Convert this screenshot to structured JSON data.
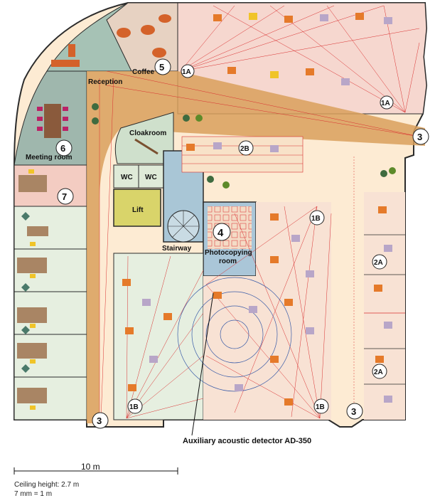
{
  "rooms": {
    "reception": "Reception",
    "cloakroom": "Cloakroom",
    "meeting_room": "Meeting room",
    "lift": "Lift",
    "wc1": "WC",
    "wc2": "WC",
    "stairway": "Stairway",
    "photocopying_line1": "Photocopying",
    "photocopying_line2": "room",
    "coffee": "Coffee"
  },
  "zones": {
    "z1a_top": "1A",
    "z1a_right": "1A",
    "z1b_top": "1B",
    "z1b_left": "1B",
    "z1b_right": "1B",
    "z2a_top": "2A",
    "z2a_bottom": "2A",
    "z2b": "2B",
    "z3_right": "3",
    "z3_left": "3",
    "z3_bottom": "3",
    "z4": "4",
    "z5": "5",
    "z6": "6",
    "z7": "7"
  },
  "caption": "Auxiliary acoustic detector AD-350",
  "scale_label": "10 m",
  "ceiling_height": "Ceiling height: 2.7 m",
  "scale_ratio": "7 mm = 1 m",
  "colors": {
    "office_floor": "#fdebd3",
    "corridor": "#d9a05c",
    "room_green": "#dfead8",
    "meeting": "#9fb7ad",
    "wall": "#2b2b2b",
    "sensor_line": "#d92f2f",
    "lift": "#d9d46a",
    "stair": "#a9c6d6",
    "photocopy": "#aac6d8"
  }
}
